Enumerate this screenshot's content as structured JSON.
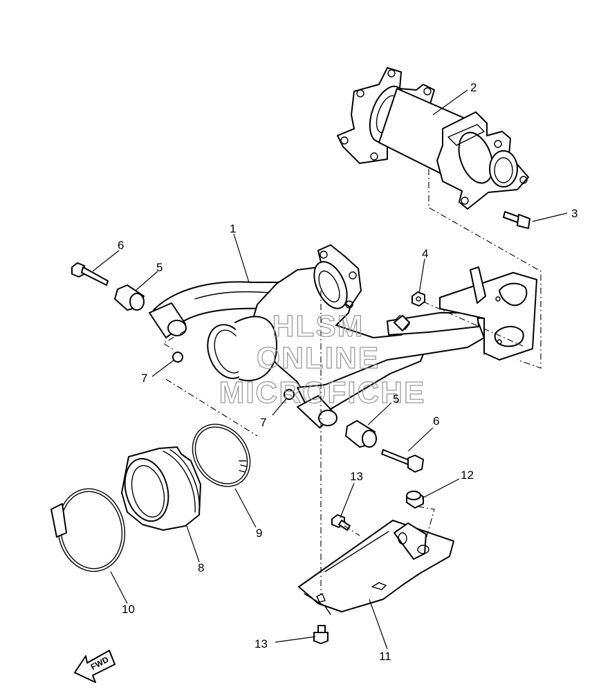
{
  "callouts": {
    "c1": "1",
    "c2": "2",
    "c3": "3",
    "c4": "4",
    "c5a": "5",
    "c5b": "5",
    "c6a": "6",
    "c6b": "6",
    "c7a": "7",
    "c7b": "7",
    "c8": "8",
    "c9": "9",
    "c10": "10",
    "c11": "11",
    "c12": "12",
    "c13a": "13",
    "c13b": "13"
  },
  "watermark": {
    "line1": "HLSM",
    "line2": "ONLINE",
    "line3": "MICROFICHE"
  },
  "fwd_label": "FWD",
  "colors": {
    "line": "#000000",
    "background": "#ffffff",
    "watermark": "#9a9a9a"
  }
}
